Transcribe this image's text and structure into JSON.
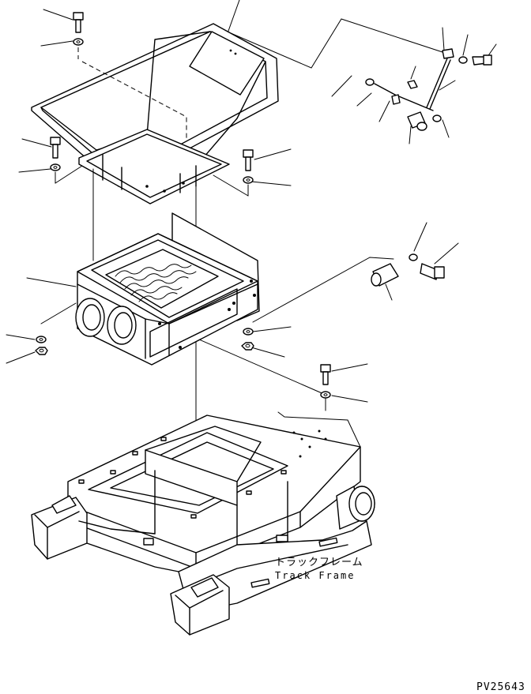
{
  "labels": {
    "track_frame_jp": "トラックフレーム",
    "track_frame_en": "Track Frame",
    "drawing_code": "PV25643"
  }
}
